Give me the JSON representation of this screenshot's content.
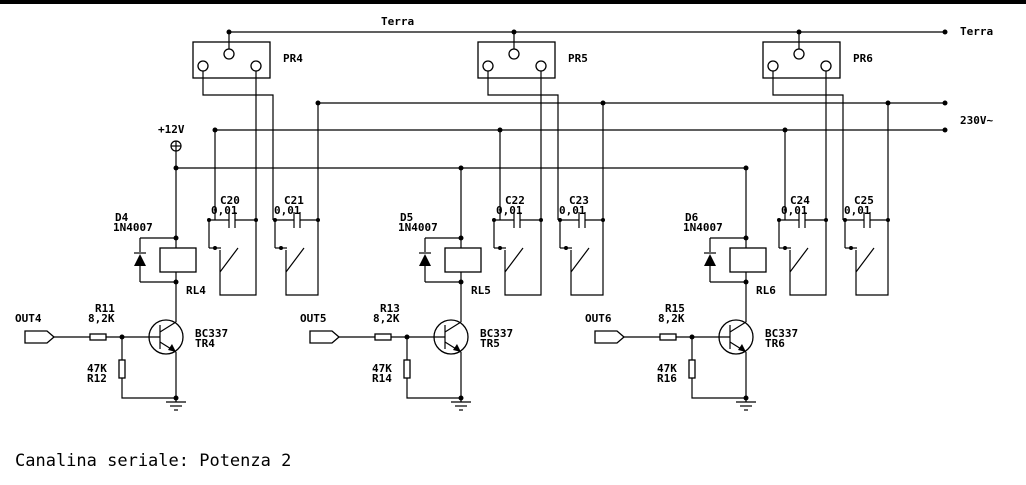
{
  "labels": {
    "terra_top": "Terra",
    "terra_right": "Terra",
    "mains": "230V~",
    "supply": "+12V",
    "caption": "Canalina seriale: Potenza 2"
  },
  "channels": [
    {
      "plug": "PR4",
      "diode": "D4",
      "diode_type": "1N4007",
      "cap_a": "C20",
      "cap_b": "C21",
      "cap_val": "0,01",
      "relay": "RL4",
      "input": "OUT4",
      "r_base": "R11",
      "r_base_val": "8,2K",
      "r_pull": "R12",
      "r_pull_val": "47K",
      "transistor_type": "BC337",
      "transistor": "TR4"
    },
    {
      "plug": "PR5",
      "diode": "D5",
      "diode_type": "1N4007",
      "cap_a": "C22",
      "cap_b": "C23",
      "cap_val": "0,01",
      "relay": "RL5",
      "input": "OUT5",
      "r_base": "R13",
      "r_base_val": "8,2K",
      "r_pull": "R14",
      "r_pull_val": "47K",
      "transistor_type": "BC337",
      "transistor": "TR5"
    },
    {
      "plug": "PR6",
      "diode": "D6",
      "diode_type": "1N4007",
      "cap_a": "C24",
      "cap_b": "C25",
      "cap_val": "0,01",
      "relay": "RL6",
      "input": "OUT6",
      "r_base": "R15",
      "r_base_val": "8,2K",
      "r_pull": "R16",
      "r_pull_val": "47K",
      "transistor_type": "BC337",
      "transistor": "TR6"
    }
  ]
}
